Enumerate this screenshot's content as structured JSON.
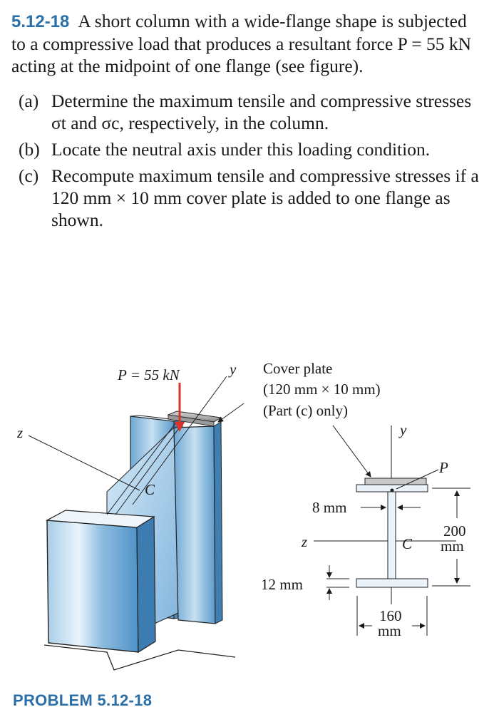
{
  "problem": {
    "number": "5.12-18",
    "statement": "A short column with a wide-flange shape is subjected to a compressive load that produces a resultant force P = 55 kN acting at the midpoint of one flange (see figure).",
    "parts": [
      {
        "tag": "(a)",
        "text": "Determine the maximum tensile and compressive stresses σt and σc, respectively, in the column."
      },
      {
        "tag": "(b)",
        "text": "Locate the neutral axis under this loading condition."
      },
      {
        "tag": "(c)",
        "text": "Recompute maximum tensile and compressive stresses if a 120 mm × 10 mm cover plate is added to one flange as shown."
      }
    ]
  },
  "figure": {
    "load_label": "P = 55 kN",
    "axis_y": "y",
    "axis_z": "z",
    "centroid_label": "C",
    "cover_plate_line1": "Cover plate",
    "cover_plate_line2": "(120 mm × 10 mm)",
    "cover_plate_line3": "(Part (c) only)",
    "section_y": "y",
    "section_p": "P",
    "section_z": "z",
    "section_c": "C",
    "web_dim": "8 mm",
    "flange_dim": "12 mm",
    "height_value": "200",
    "height_unit": "mm",
    "width_value": "160",
    "width_unit": "mm",
    "label": "PROBLEM 5.12-18"
  }
}
